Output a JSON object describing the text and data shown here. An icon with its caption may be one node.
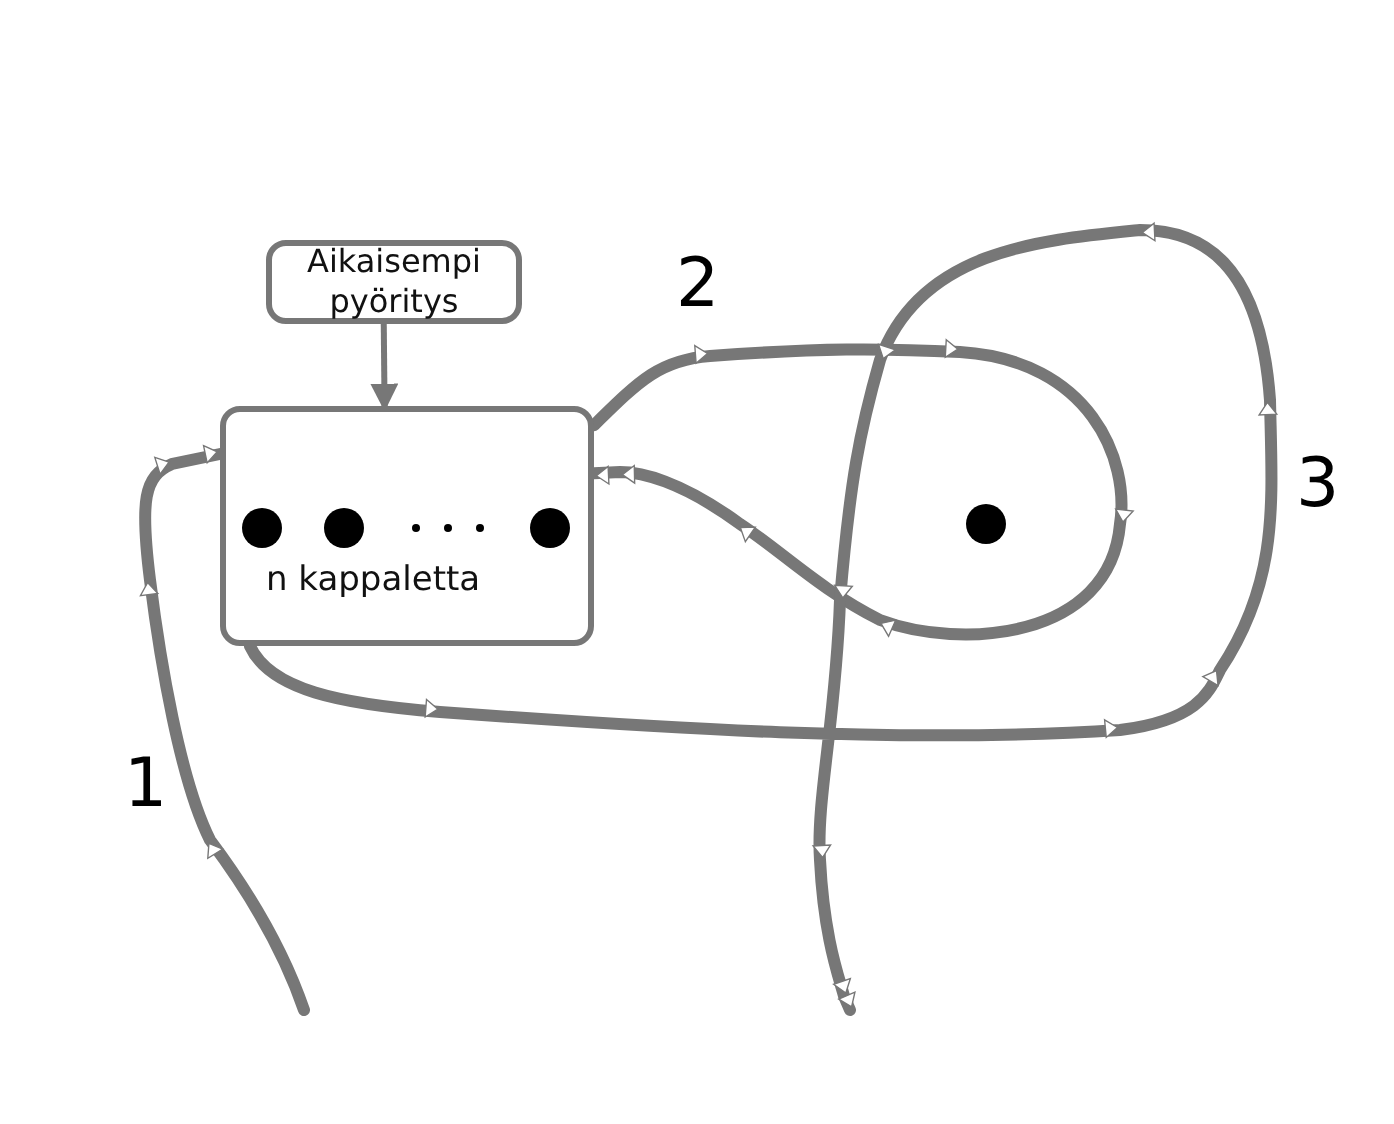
{
  "diagram": {
    "nodes": [
      {
        "text": [
          "Aikaisempi pyöritys"
        ]
      },
      {
        "text": [
          "n kappaletta"
        ]
      }
    ],
    "edges": [
      {
        "from": 0,
        "to": 1,
        "arrow": "to"
      },
      {
        "from": null,
        "to": 1,
        "arrow": "to"
      },
      {
        "from": 1,
        "to": 1,
        "arrow": "to"
      },
      {
        "from": 1,
        "to": null,
        "arrow": "to"
      }
    ],
    "labels": [
      "1",
      "2",
      "3"
    ]
  }
}
